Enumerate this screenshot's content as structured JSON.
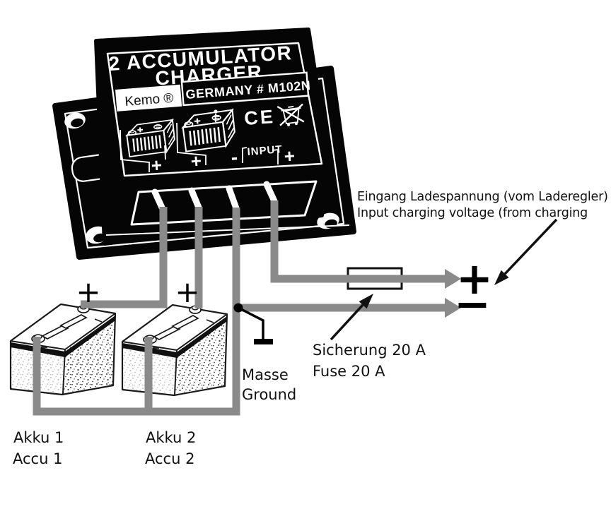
{
  "device": {
    "title_line1": "2 ACCUMULATOR",
    "title_line2": "CHARGER",
    "brand": "Kemo ®",
    "model": "GERMANY # M102N",
    "ce_mark": "CE",
    "input_label": "INPUT",
    "input_minus_label": "-",
    "input_plus_label": "+",
    "battery1_terminal_label": "+",
    "battery2_terminal_label": "+"
  },
  "wiring": {
    "battery1_plus_symbol": "+",
    "battery2_plus_symbol": "+",
    "output_plus_symbol": "+",
    "output_minus_symbol": "−"
  },
  "annotations": {
    "input_voltage_line1": "Eingang Ladespannung (vom Laderegler)",
    "input_voltage_line2": "Input charging voltage (from charging",
    "fuse_line1": "Sicherung 20 A",
    "fuse_line2": "Fuse 20 A",
    "ground_line1": "Masse",
    "ground_line2": "Ground",
    "battery1_line1": "Akku 1",
    "battery1_line2": "Accu 1",
    "battery2_line1": "Akku 2",
    "battery2_line2": "Accu 2"
  },
  "colors": {
    "wire_gray": "#8a8a8a",
    "ink_black": "#111111",
    "device_black": "#050505"
  }
}
